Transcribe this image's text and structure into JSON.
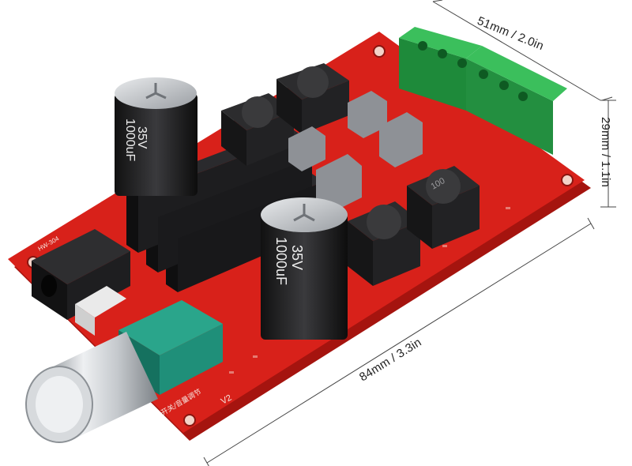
{
  "dimensions": {
    "width_label": "51mm / 2.0in",
    "height_label": "29mm / 1.1in",
    "length_label": "84mm / 3.3in"
  },
  "board": {
    "version_label": "V2",
    "volume_label": "开关/音量调节",
    "model_label": "HW-304"
  },
  "capacitors": [
    {
      "text": "1000uF",
      "voltage": "35V"
    },
    {
      "text": "1000uF",
      "voltage": "35V"
    }
  ],
  "inductor_code": "100",
  "colors": {
    "pcb": "#d8211a",
    "pcb_edge": "#a5140f",
    "heatsink": "#1d1d1f",
    "terminal": "#2aa84a",
    "potentiometer": "#1f8f79",
    "knob": "#c9cdd1"
  }
}
